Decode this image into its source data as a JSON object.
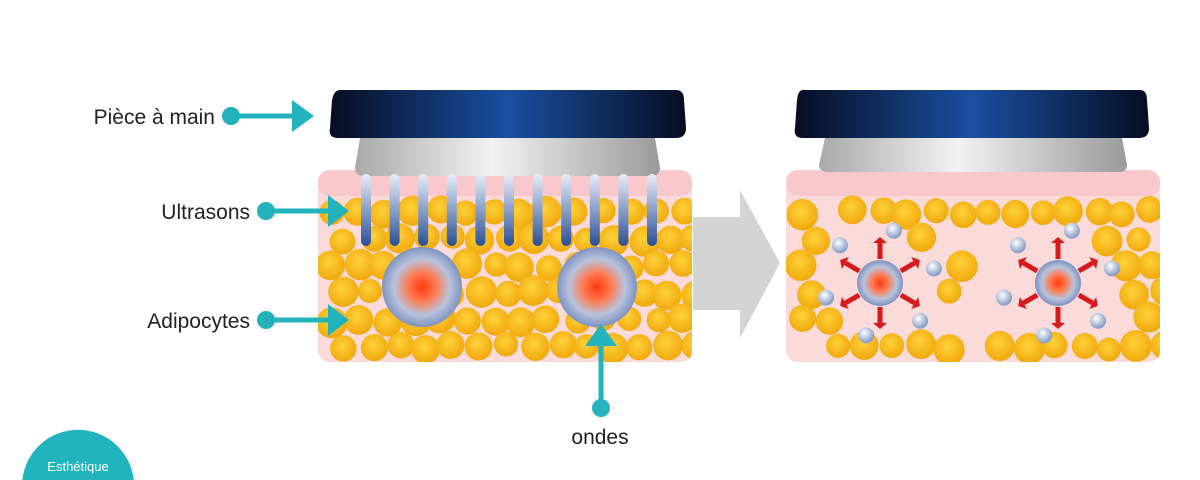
{
  "labels": {
    "handpiece": "Pièce à main",
    "ultrasound": "Ultrasons",
    "adipocytes": "Adipocytes",
    "waves": "ondes"
  },
  "badge": "Esthétique",
  "colors": {
    "accent": "#22b3bd",
    "fat": "#f7b51a",
    "skin": "#fbdcdc",
    "handpiece": "#0b1a3a",
    "pulse": "#d8191c"
  }
}
